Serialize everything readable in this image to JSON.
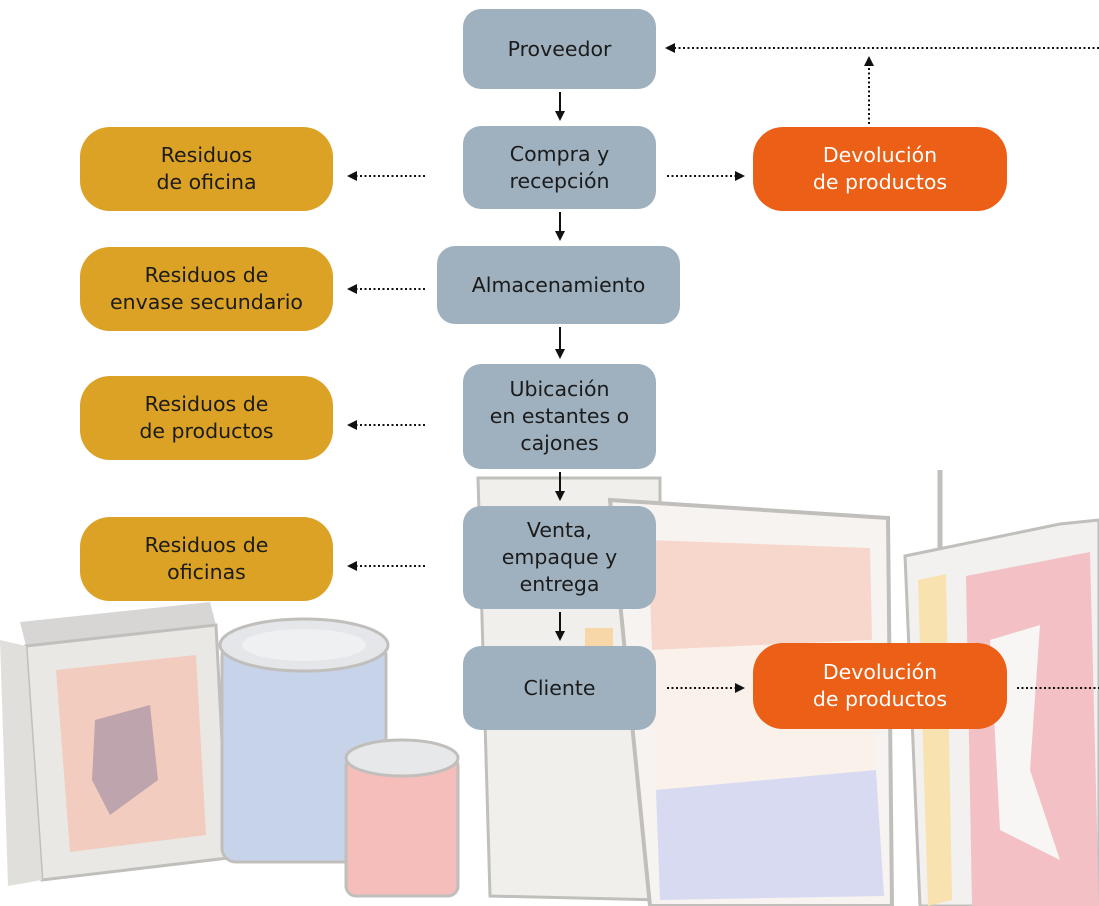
{
  "diagram": {
    "process_steps": [
      {
        "id": "proveedor",
        "label": "Proveedor"
      },
      {
        "id": "compra",
        "label": "Compra y\nrecepción"
      },
      {
        "id": "almacenamiento",
        "label": "Almacenamiento"
      },
      {
        "id": "ubicacion",
        "label": "Ubicación\nen estantes o\ncajones"
      },
      {
        "id": "venta",
        "label": "Venta,\nempaque y\nentrega"
      },
      {
        "id": "cliente",
        "label": "Cliente"
      }
    ],
    "waste_outputs": [
      {
        "id": "residuos-oficina",
        "label": "Residuos\nde oficina"
      },
      {
        "id": "residuos-envase",
        "label": "Residuos de\nenvase secundario"
      },
      {
        "id": "residuos-productos",
        "label": "Residuos de\nde productos"
      },
      {
        "id": "residuos-oficinas",
        "label": "Residuos de\noficinas"
      }
    ],
    "returns": [
      {
        "id": "devolucion-1",
        "label": "Devolución\nde productos"
      },
      {
        "id": "devolucion-2",
        "label": "Devolución\nde productos"
      }
    ],
    "colors": {
      "process": "#9fb1bf",
      "waste": "#dba225",
      "return": "#eb5f16",
      "arrow": "#111111"
    }
  }
}
